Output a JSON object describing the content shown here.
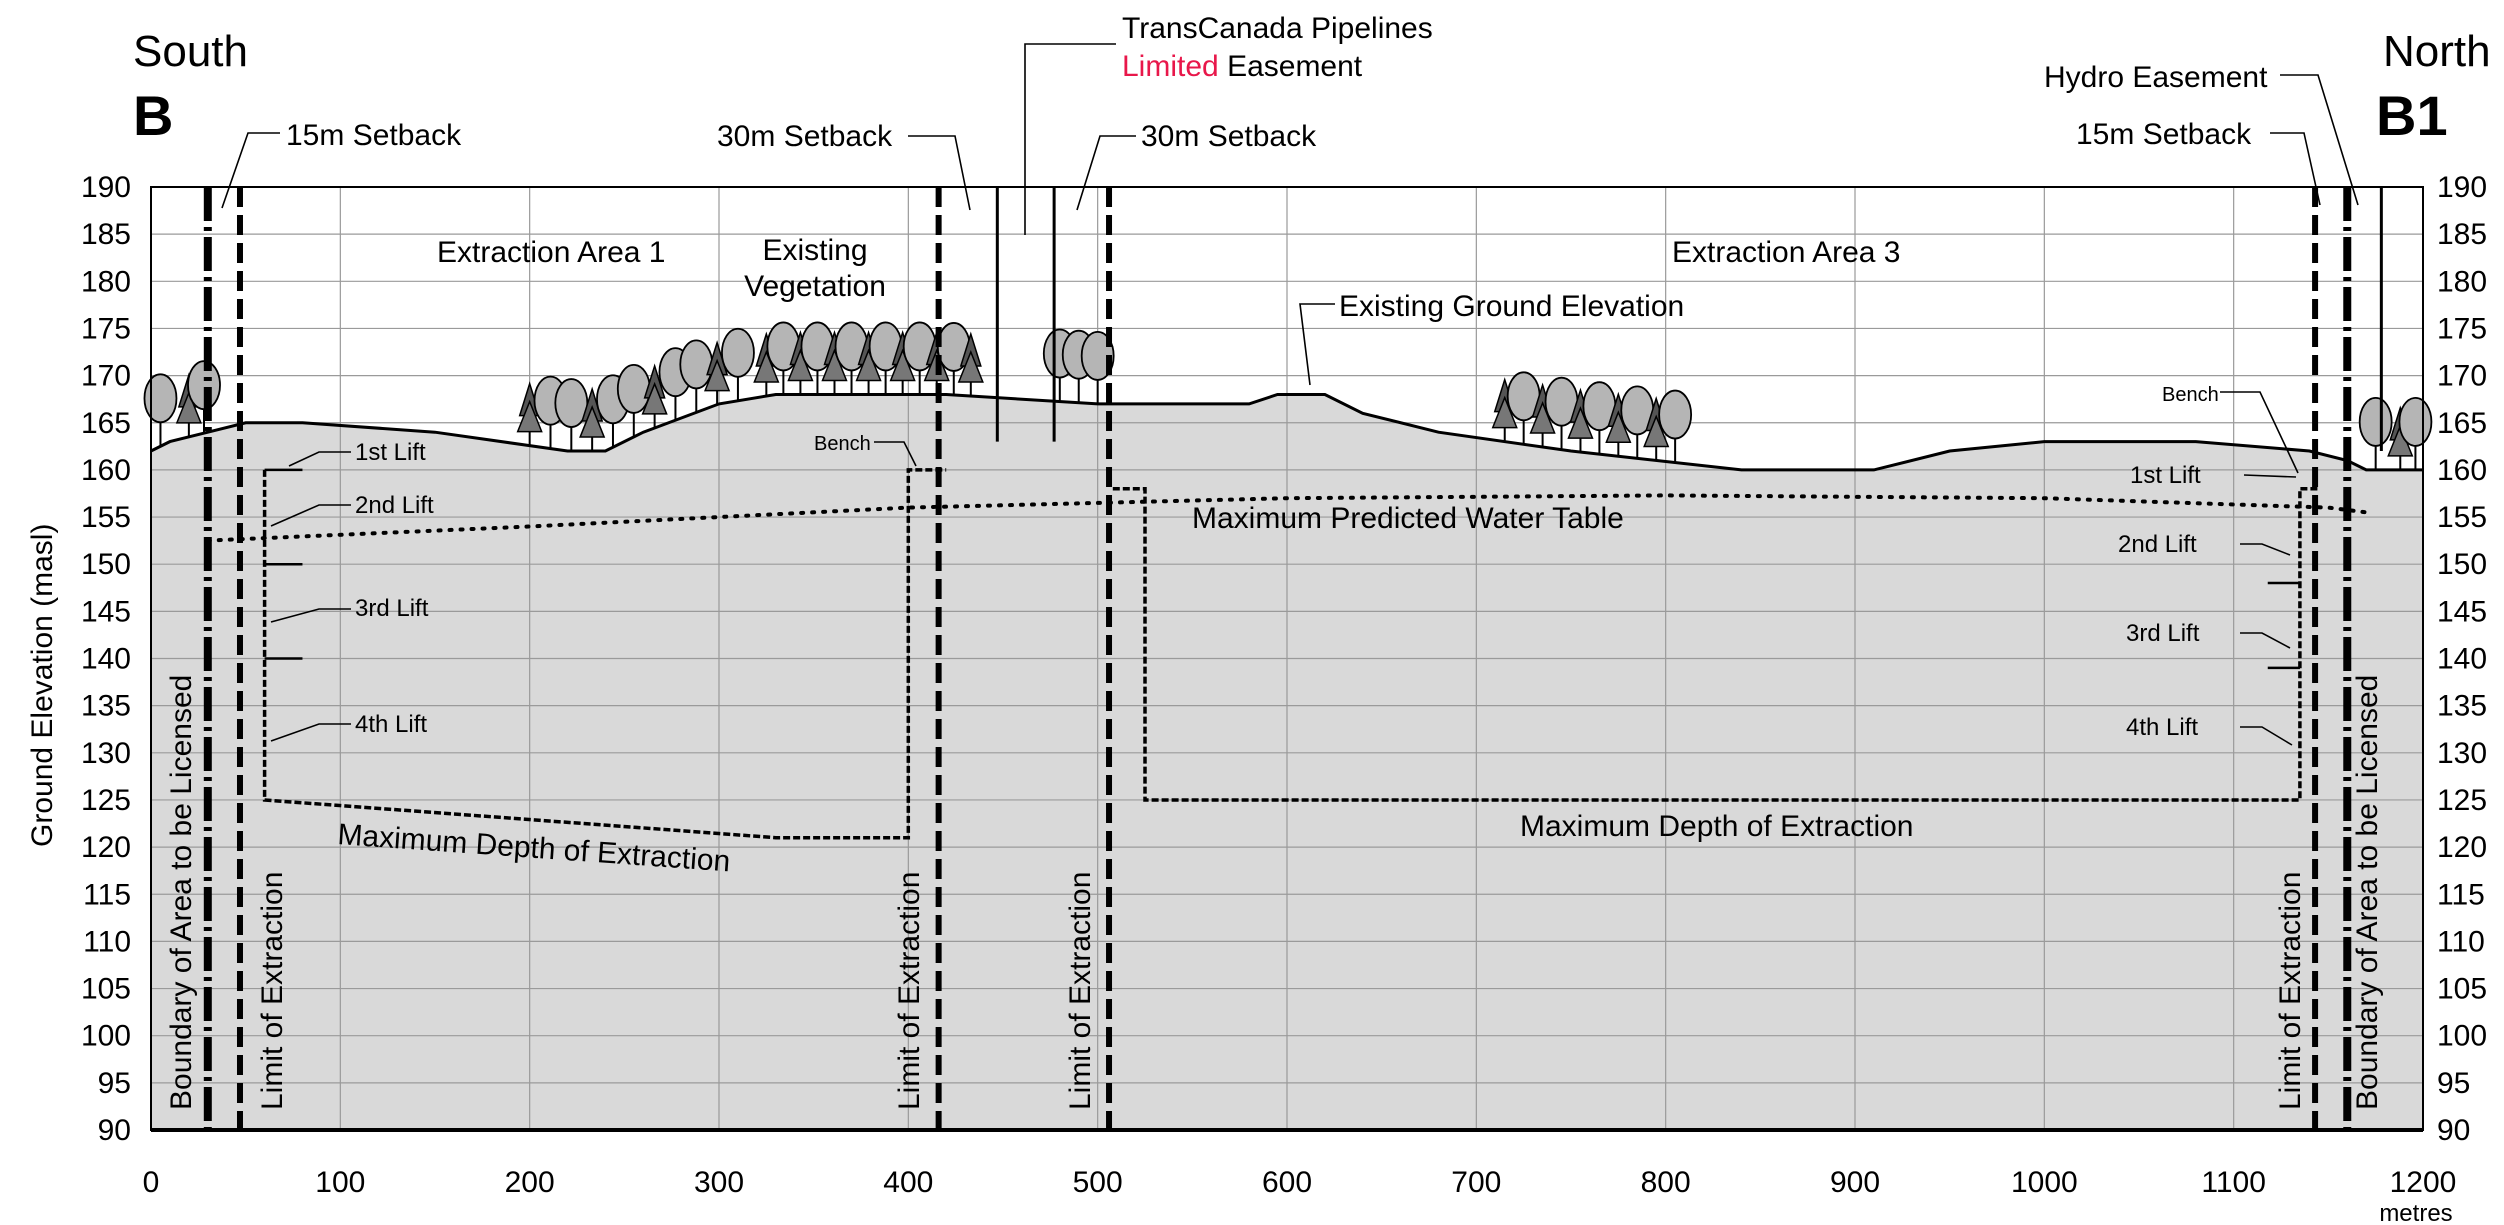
{
  "section": {
    "left_direction": "South",
    "left_section_id": "B",
    "right_direction": "North",
    "right_section_id": "B1"
  },
  "axes": {
    "y_label": "Ground Elevation (masl)",
    "x_unit": "metres",
    "x_ticks": [
      0,
      100,
      200,
      300,
      400,
      500,
      600,
      700,
      800,
      900,
      1000,
      1100,
      1200
    ],
    "y_ticks": [
      90,
      95,
      100,
      105,
      110,
      115,
      120,
      125,
      130,
      135,
      140,
      145,
      150,
      155,
      160,
      165,
      170,
      175,
      180,
      185,
      190
    ],
    "x_range": [
      0,
      1200
    ],
    "y_range": [
      90,
      190
    ],
    "grid": true
  },
  "labels": {
    "setback_15_left": "15m Setback",
    "setback_30_left": "30m Setback",
    "setback_30_right": "30m Setback",
    "setback_15_right": "15m Setback",
    "pipeline_line1": "TransCanada Pipelines",
    "pipeline_limited": "Limited",
    "pipeline_easement": "Easement",
    "hydro_easement": "Hydro Easement",
    "extraction_area_1": "Extraction Area 1",
    "extraction_area_3": "Extraction Area 3",
    "existing_veg_1": "Existing",
    "existing_veg_2": "Vegetation",
    "existing_ground": "Existing Ground Elevation",
    "water_table": "Maximum Predicted Water Table",
    "max_depth": "Maximum Depth of Extraction",
    "boundary": "Boundary of Area to be Licensed",
    "limit": "Limit of Extraction",
    "bench": "Bench",
    "lift_1": "1st Lift",
    "lift_2": "2nd Lift",
    "lift_3": "3rd Lift",
    "lift_4": "4th Lift"
  },
  "colors": {
    "ground_fill": "#d9d9d9",
    "grid": "#9a9a9a",
    "highlight": "#e8174a",
    "tree_fill": "#b5b5b5"
  },
  "chart_data": {
    "type": "cross-section",
    "ground_profile": [
      [
        0,
        162
      ],
      [
        10,
        163
      ],
      [
        30,
        164
      ],
      [
        50,
        165
      ],
      [
        80,
        165
      ],
      [
        150,
        164
      ],
      [
        220,
        162
      ],
      [
        240,
        162
      ],
      [
        260,
        164
      ],
      [
        300,
        167
      ],
      [
        330,
        168
      ],
      [
        420,
        168
      ],
      [
        500,
        167
      ],
      [
        580,
        167
      ],
      [
        595,
        168
      ],
      [
        620,
        168
      ],
      [
        640,
        166
      ],
      [
        680,
        164
      ],
      [
        750,
        162
      ],
      [
        840,
        160
      ],
      [
        910,
        160
      ],
      [
        950,
        162
      ],
      [
        1000,
        163
      ],
      [
        1080,
        163
      ],
      [
        1140,
        162
      ],
      [
        1160,
        161
      ],
      [
        1170,
        160
      ],
      [
        1200,
        160
      ]
    ],
    "water_table": [
      [
        30,
        152.5
      ],
      [
        200,
        154
      ],
      [
        400,
        156
      ],
      [
        600,
        157
      ],
      [
        800,
        157.3
      ],
      [
        1000,
        157
      ],
      [
        1150,
        156
      ],
      [
        1170,
        155.5
      ]
    ],
    "extraction_area_1_floor": [
      [
        60,
        160
      ],
      [
        60,
        125
      ],
      [
        330,
        121
      ],
      [
        400,
        121
      ],
      [
        400,
        160
      ],
      [
        420,
        160
      ]
    ],
    "extraction_area_3_floor": [
      [
        508,
        158
      ],
      [
        525,
        158
      ],
      [
        525,
        125
      ],
      [
        1135,
        125
      ],
      [
        1135,
        158
      ],
      [
        1145,
        158
      ]
    ],
    "boundaries_x": [
      30,
      1160
    ],
    "limits_x": [
      47,
      416,
      506,
      1143
    ],
    "pipeline_x": [
      447,
      477
    ],
    "hydro_x": 1178
  }
}
